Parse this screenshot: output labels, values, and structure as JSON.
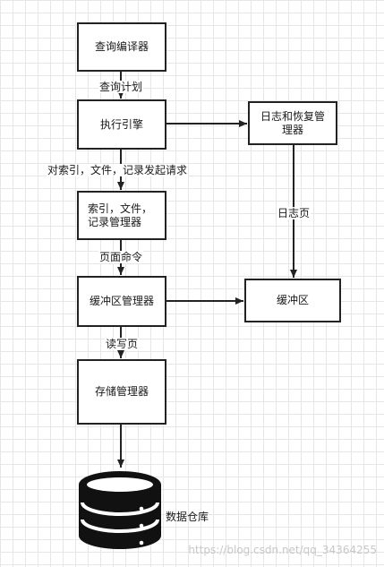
{
  "nodes": {
    "query_compiler": "查询编译器",
    "execution_engine": "执行引擎",
    "log_recovery_manager": "日志和恢复管\n理器",
    "index_file_record_manager": "索引，文件，\n记录管理器",
    "buffer_manager": "缓冲区管理器",
    "buffer": "缓冲区",
    "storage_manager": "存储管理器",
    "data_warehouse": "数据仓库"
  },
  "edges": {
    "query_plan": "查询计划",
    "request_index_file_record": "对索引，文件，记录发起请求",
    "log_page": "日志页",
    "page_command": "页面命令",
    "read_write_page": "读写页"
  },
  "watermark": "https://blog.csdn.net/qq_34364255",
  "colors": {
    "stroke": "#222222",
    "grid": "#e6e6e6",
    "watermark": "#c8c8c8"
  }
}
